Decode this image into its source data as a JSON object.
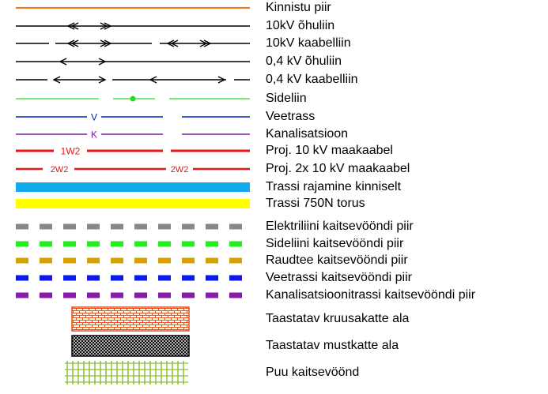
{
  "legend": {
    "items": [
      {
        "label": "Kinnistu piir",
        "symbol": "solid-line",
        "color": "#e8821e"
      },
      {
        "label": "10kV õhuliin",
        "symbol": "double-arrow-line",
        "color": "#000000"
      },
      {
        "label": "10kV kaabelliin",
        "symbol": "double-arrow-line-broken",
        "color": "#000000"
      },
      {
        "label": "0,4 kV õhuliin",
        "symbol": "single-arrow-line",
        "color": "#000000"
      },
      {
        "label": "0,4 kV kaabelliin",
        "symbol": "single-arrow-line-broken",
        "color": "#000000"
      },
      {
        "label": "Sideliin",
        "symbol": "dot-line-broken",
        "color": "#22dd22"
      },
      {
        "label": "Veetrass",
        "symbol": "lettered-line",
        "color": "#0022cc",
        "marker_text": "V"
      },
      {
        "label": "Kanalisatsioon",
        "symbol": "lettered-line",
        "color": "#7a1fa2",
        "marker_text": "K"
      },
      {
        "label": "Proj. 10 kV maakaabel",
        "symbol": "lettered-line",
        "color": "#e81616",
        "marker_text": "1W2"
      },
      {
        "label": "Proj. 2x 10 kV maakaabel",
        "symbol": "double-lettered-line",
        "color": "#e81616",
        "marker_text": "2W2"
      },
      {
        "label": "Trassi rajamine kinniselt",
        "symbol": "thick-band",
        "color": "#12aaee"
      },
      {
        "label": "Trassi 750N torus",
        "symbol": "thick-band",
        "color": "#ffff00"
      },
      {
        "label": "Elektriliini kaitsevööndi piir",
        "symbol": "dashed-thick",
        "color": "#888888"
      },
      {
        "label": "Sideliini kaitsevööndi piir",
        "symbol": "dashed-thick",
        "color": "#22ee22"
      },
      {
        "label": "Raudtee kaitsevööndi piir",
        "symbol": "dashed-thick",
        "color": "#d9a000"
      },
      {
        "label": "Veetrassi kaitsevööndi piir",
        "symbol": "dashed-thick",
        "color": "#0a1aee"
      },
      {
        "label": "Kanalisatsioonitrassi kaitsevööndi piir",
        "symbol": "dashed-thick",
        "color": "#8a1aa8"
      },
      {
        "label": "Taastatav kruusakatte ala",
        "symbol": "brick-hatch",
        "color": "#e2541a"
      },
      {
        "label": "Taastatav mustkatte ala",
        "symbol": "dense-crosshatch",
        "color": "#000000"
      },
      {
        "label": "Puu kaitsevöönd",
        "symbol": "grid-hatch",
        "color": "#8cbc2a"
      }
    ]
  }
}
